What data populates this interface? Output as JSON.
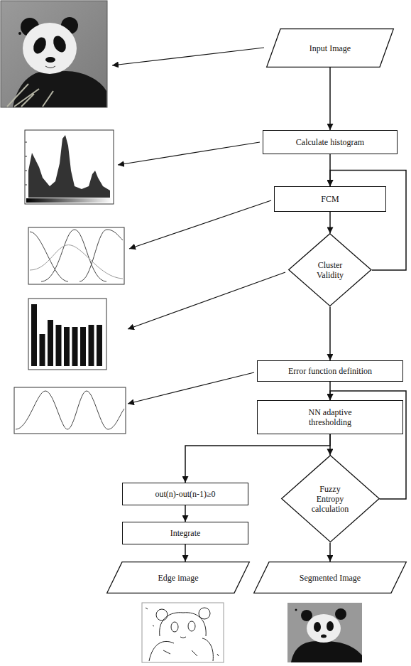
{
  "diagram": {
    "nodes": [
      {
        "text": [
          "Input Image"
        ]
      },
      {
        "text": [
          "Calculate histogram"
        ]
      },
      {
        "text": [
          "FCM"
        ]
      },
      {
        "text": [
          "Cluster Validity"
        ]
      },
      {
        "text": [
          "Error function definition"
        ]
      },
      {
        "text": [
          "NN adaptive thresholding"
        ]
      },
      {
        "text": [
          "out(n)-out(n-1)≥0"
        ]
      },
      {
        "text": [
          "Fuzzy Entropy calculation"
        ]
      },
      {
        "text": [
          "Integrate"
        ]
      },
      {
        "text": [
          "Edge image"
        ]
      },
      {
        "text": [
          "Segmented Image"
        ]
      }
    ],
    "edges": [
      {
        "from": 0,
        "to": 1,
        "arrow": "to"
      },
      {
        "from": 1,
        "to": 2,
        "arrow": "to"
      },
      {
        "from": 2,
        "to": 3,
        "arrow": "to"
      },
      {
        "from": 3,
        "to": 2,
        "arrow": "to"
      },
      {
        "from": 3,
        "to": 4,
        "arrow": "to"
      },
      {
        "from": 4,
        "to": 5,
        "arrow": "to"
      },
      {
        "from": 5,
        "to": 6,
        "arrow": "to"
      },
      {
        "from": 5,
        "to": 7,
        "arrow": "to"
      },
      {
        "from": 7,
        "to": 5,
        "arrow": "to"
      },
      {
        "from": 6,
        "to": 8,
        "arrow": "to"
      },
      {
        "from": 8,
        "to": 9,
        "arrow": "to"
      },
      {
        "from": 7,
        "to": 10,
        "arrow": "to"
      }
    ]
  }
}
